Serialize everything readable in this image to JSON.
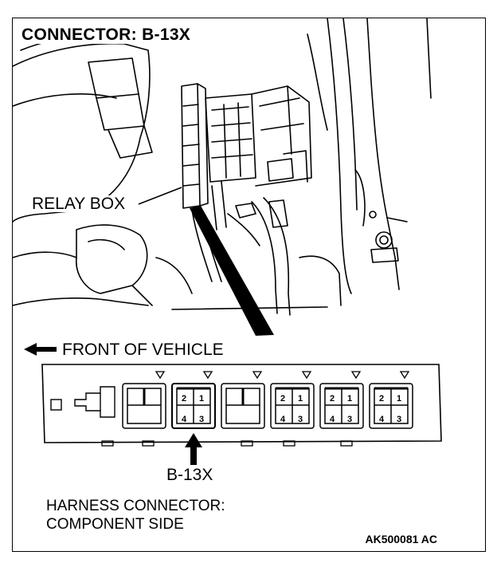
{
  "title": "CONNECTOR: B-13X",
  "relay_box_label": "RELAY BOX",
  "front_label": "FRONT OF VEHICLE",
  "connector_label": "B-13X",
  "harness_label": "HARNESS CONNECTOR:\nCOMPONENT SIDE",
  "figure_code": "AK500081 AC",
  "pins": [
    "1",
    "2",
    "3",
    "4"
  ]
}
